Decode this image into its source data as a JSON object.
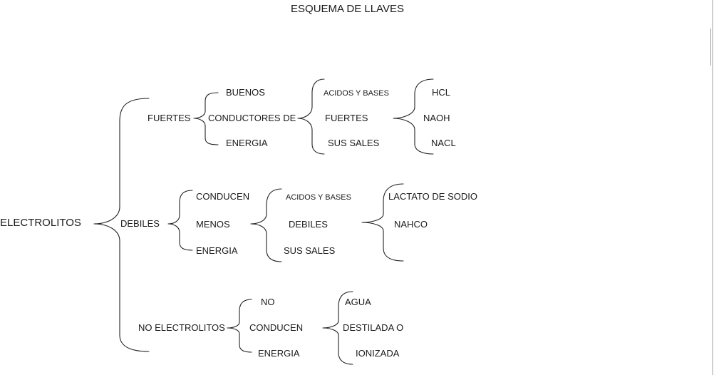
{
  "title": "ESQUEMA DE LLAVES",
  "root": "ELECTROLITOS",
  "fuertes": {
    "label": "FUERTES",
    "props": [
      "BUENOS",
      "CONDUCTORES DE",
      "ENERGIA"
    ],
    "types": [
      "ACIDOS Y BASES",
      "FUERTES",
      "SUS SALES"
    ],
    "examples": [
      "HCL",
      "NAOH",
      "NACL"
    ]
  },
  "debiles": {
    "label": "DEBILES",
    "props": [
      "CONDUCEN",
      "MENOS",
      "ENERGIA"
    ],
    "types": [
      "ACIDOS Y BASES",
      "DEBILES",
      "SUS SALES"
    ],
    "examples": [
      "LACTATO DE SODIO",
      "NAHCO"
    ]
  },
  "no_electrolitos": {
    "label": "NO ELECTROLITOS",
    "props": [
      "NO",
      "CONDUCEN",
      "ENERGIA"
    ],
    "examples": [
      "AGUA",
      "DESTILADA O",
      "IONIZADA"
    ]
  }
}
